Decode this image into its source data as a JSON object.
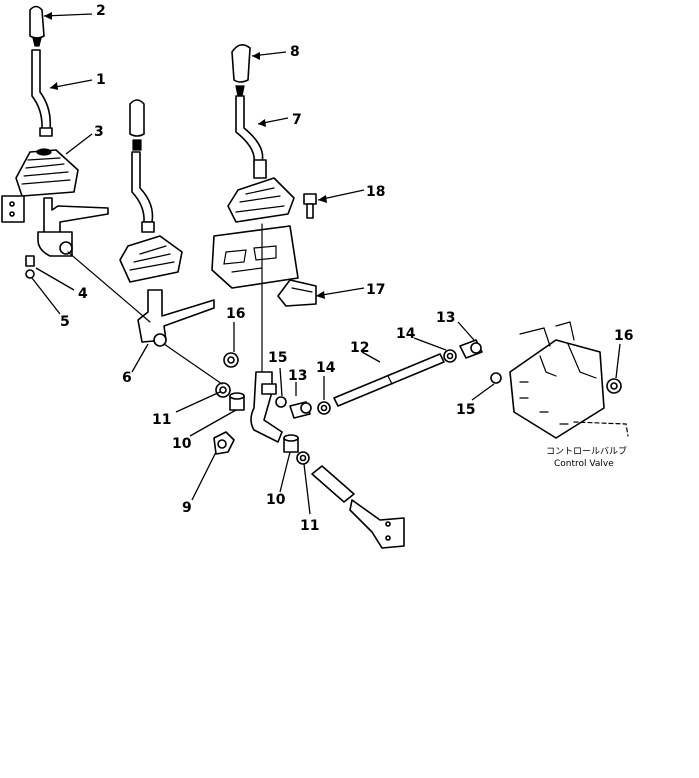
{
  "callouts": [
    {
      "num": "1"
    },
    {
      "num": "2"
    },
    {
      "num": "3"
    },
    {
      "num": "4"
    },
    {
      "num": "5"
    },
    {
      "num": "6"
    },
    {
      "num": "7"
    },
    {
      "num": "8"
    },
    {
      "num": "9"
    },
    {
      "num": "10"
    },
    {
      "num": "10"
    },
    {
      "num": "11"
    },
    {
      "num": "11"
    },
    {
      "num": "12"
    },
    {
      "num": "13"
    },
    {
      "num": "13"
    },
    {
      "num": "14"
    },
    {
      "num": "14"
    },
    {
      "num": "15"
    },
    {
      "num": "15"
    },
    {
      "num": "16"
    },
    {
      "num": "16"
    },
    {
      "num": "17"
    },
    {
      "num": "18"
    }
  ],
  "control_valve": {
    "label_jp": "コントロールバルブ",
    "label_en": "Control Valve"
  }
}
